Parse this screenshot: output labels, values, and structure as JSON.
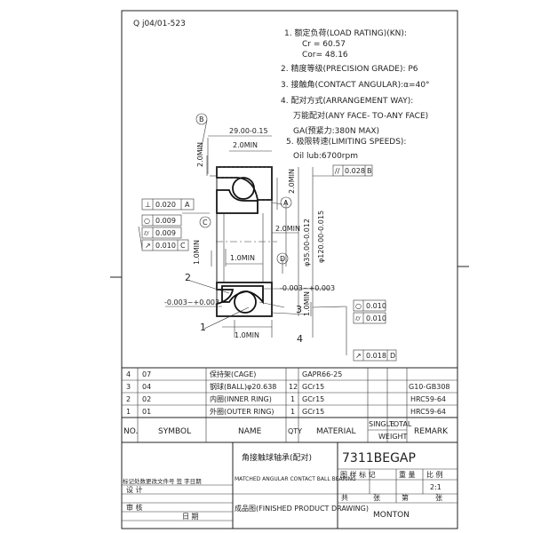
{
  "drawing_number": "Q j04/01-523",
  "notes": {
    "n1": "1. 额定负荷(LOAD RATING)(KN):",
    "cr": "Cr = 60.57",
    "cor": "Cor= 48.16",
    "n2": "2. 精度等级(PRECISION GRADE): P6",
    "n3": "3. 接触角(CONTACT ANGULAR):α=40°",
    "n4": "4. 配对方式(ARRANGEMENT WAY):",
    "n4a": "万能配对(ANY FACE- TO-ANY FACE)",
    "n4b": "GA(预紧力:380N MAX)",
    "n5": "5. 极限转速(LIMITING SPEEDS):",
    "n5a": "Oil lub:6700rpm"
  },
  "dims": {
    "width": "29.00-0.15",
    "d2min_a": "2.0MIN",
    "d2min_b": "2.0MIN",
    "d2min_c": "2.0MIN",
    "d2min_d": "2.0MIN",
    "d1min_a": "1.0MIN",
    "d1min_b": "1.0MIN",
    "d1min_c": "1.0MIN",
    "d1min_d": "1.0MIN",
    "bore": "φ35.00-0.012",
    "od": "φ120.00-0.015",
    "stand_a": "-0.003~+0.003",
    "stand_b": "-0.003~+0.003",
    "par_val": "0.028",
    "par_ref": "B",
    "perp_val": "0.020",
    "perp_ref": "A",
    "run1": "0.009",
    "run2": "0.009",
    "run3": "0.010",
    "run3_ref": "C",
    "r1": "0.010",
    "r2": "0.010",
    "r3": "0.018",
    "r3_ref": "D",
    "datum_a": "A",
    "datum_b": "B",
    "datum_c": "C",
    "datum_d": "D",
    "item1": "1",
    "item2": "2",
    "item3": "3",
    "item4": "4"
  },
  "parts": [
    {
      "no": "4",
      "symbol": "07",
      "name": "保持架(CAGE)",
      "qty": "",
      "material": "GAPR66-25",
      "remark": ""
    },
    {
      "no": "3",
      "symbol": "04",
      "name": "钢球(BALL)φ20.638",
      "qty": "12",
      "material": "GCr15",
      "remark": "G10-GB308"
    },
    {
      "no": "2",
      "symbol": "02",
      "name": "内圈(INNER RING)",
      "qty": "1",
      "material": "GCr15",
      "remark": "HRC59-64"
    },
    {
      "no": "1",
      "symbol": "01",
      "name": "外圈(OUTER RING)",
      "qty": "1",
      "material": "GCr15",
      "remark": "HRC59-64"
    }
  ],
  "headers": {
    "no": "NO.",
    "symbol": "SYMBOL",
    "name": "NAME",
    "qty": "QTY",
    "material": "MATERIAL",
    "single": "SINGLE",
    "total": "TOTAL",
    "weight": "WEIGHT",
    "remark": "REMARK"
  },
  "title_block": {
    "model": "7311BEGAP",
    "title_cn": "角接触球轴承(配对)",
    "title_en": "MATCHED ANGULAR CONTACT BALL BEARING",
    "subtitle": "成品图(FINISHED PRODUCT DRAWING)",
    "stage": "图 样 标 记",
    "weight": "重 量",
    "scale": "比 例",
    "scale_val": "2:1",
    "total": "共",
    "sheet": "张",
    "sheet_no": "第",
    "sheet_suffix": "张",
    "company": "MONTON",
    "rev": "标记处数更改文件号 签 字日期",
    "design": "设 计",
    "check": "审 核",
    "date": "日 期"
  }
}
